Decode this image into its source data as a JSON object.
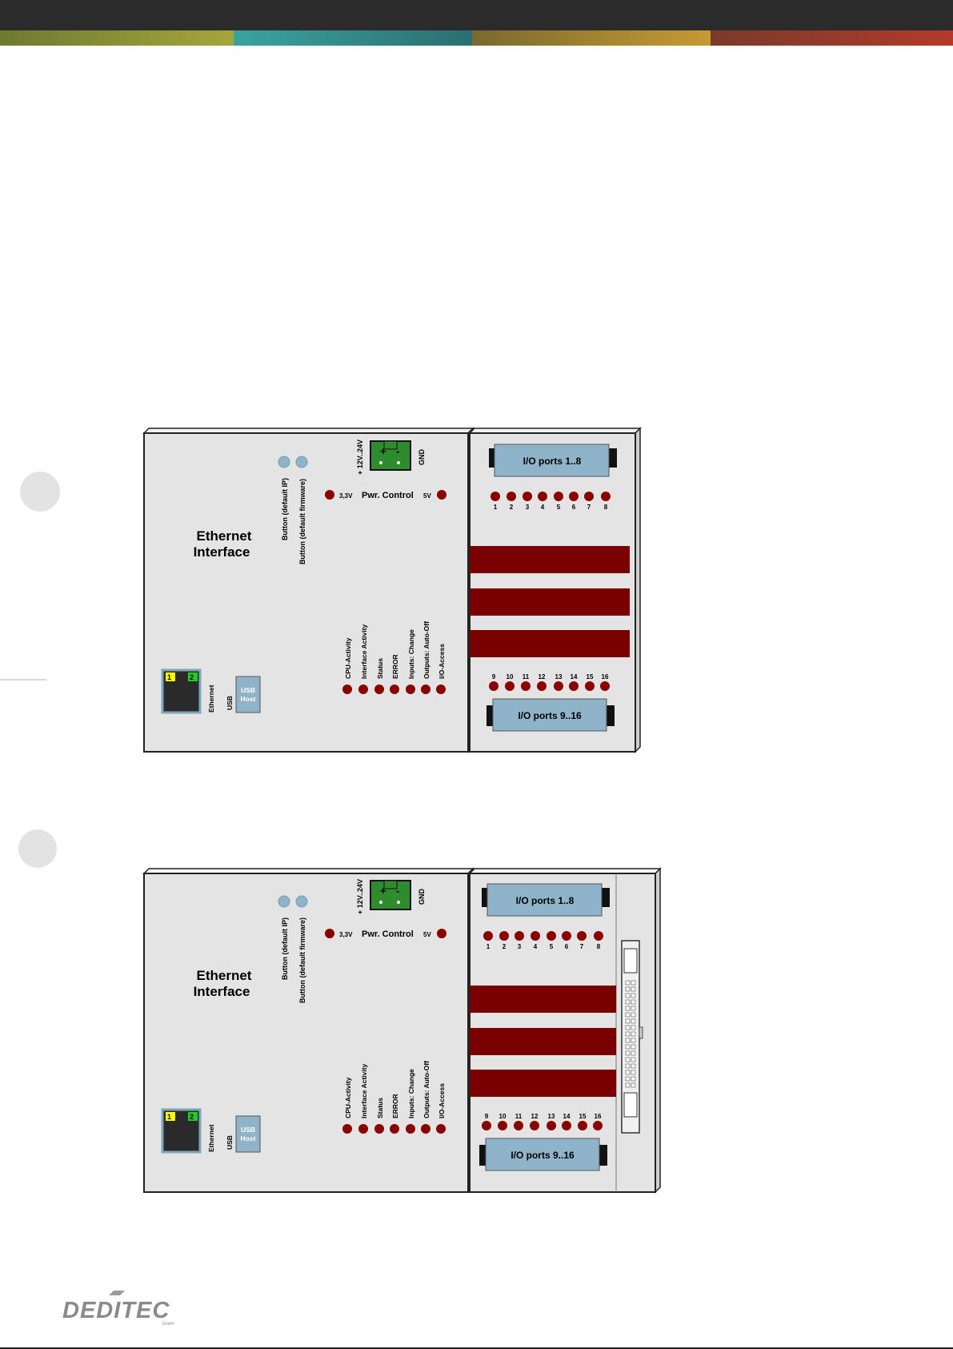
{
  "colors": {
    "led": "#8b0000",
    "panel": "#e4e4e4",
    "port": "#8fb3c9",
    "terminal": "#2e8b2e",
    "band": "#7a0000",
    "eth_yellow": "#ffff00",
    "eth_green": "#22cc22"
  },
  "module1": {
    "ethernet_title_line1": "Ethernet",
    "ethernet_title_line2": "Interface",
    "button_ip_label": "Button (default IP)",
    "button_fw_label": "Button (default firmware)",
    "power_plus_label": "+ 12V..24V",
    "power_gnd_label": "GND",
    "terminal_plus": "+",
    "terminal_minus": "-",
    "led_33v_label": "3,3V",
    "pwr_control_label": "Pwr. Control",
    "led_5v_label": "5V",
    "status_leds": [
      "CPU-Activity",
      "Interface Activity",
      "Status",
      "ERROR",
      "Inputs: Change",
      "Outputs: Auto-Off",
      "I/O-Access"
    ],
    "ethernet_label": "Ethernet",
    "usb_label": "USB",
    "usb_host_line1": "USB",
    "usb_host_line2": "Host",
    "eth_led1": "1",
    "eth_led2": "2",
    "io_top_label": "I/O ports 1..8",
    "io_bottom_label": "I/O ports 9..16",
    "io_top_numbers": [
      "1",
      "2",
      "3",
      "4",
      "5",
      "6",
      "7",
      "8"
    ],
    "io_bottom_numbers": [
      "9",
      "10",
      "11",
      "12",
      "13",
      "14",
      "15",
      "16"
    ]
  },
  "module2": {
    "ethernet_title_line1": "Ethernet",
    "ethernet_title_line2": "Interface",
    "button_ip_label": "Button (default IP)",
    "button_fw_label": "Button (default firmware)",
    "power_plus_label": "+ 12V..24V",
    "power_gnd_label": "GND",
    "terminal_plus": "+",
    "terminal_minus": "-",
    "led_33v_label": "3,3V",
    "pwr_control_label": "Pwr. Control",
    "led_5v_label": "5V",
    "status_leds": [
      "CPU-Activity",
      "Interface Activity",
      "Status",
      "ERROR",
      "Inputs: Change",
      "Outputs: Auto-Off",
      "I/O-Access"
    ],
    "ethernet_label": "Ethernet",
    "usb_label": "USB",
    "usb_host_line1": "USB",
    "usb_host_line2": "Host",
    "eth_led1": "1",
    "eth_led2": "2",
    "io_top_label": "I/O ports 1..8",
    "io_bottom_label": "I/O ports 9..16",
    "io_top_numbers": [
      "1",
      "2",
      "3",
      "4",
      "5",
      "6",
      "7",
      "8"
    ],
    "io_bottom_numbers": [
      "9",
      "10",
      "11",
      "12",
      "13",
      "14",
      "15",
      "16"
    ]
  },
  "footer": {
    "logo_text": "DEDITEC",
    "logo_sub": "GmbH"
  }
}
